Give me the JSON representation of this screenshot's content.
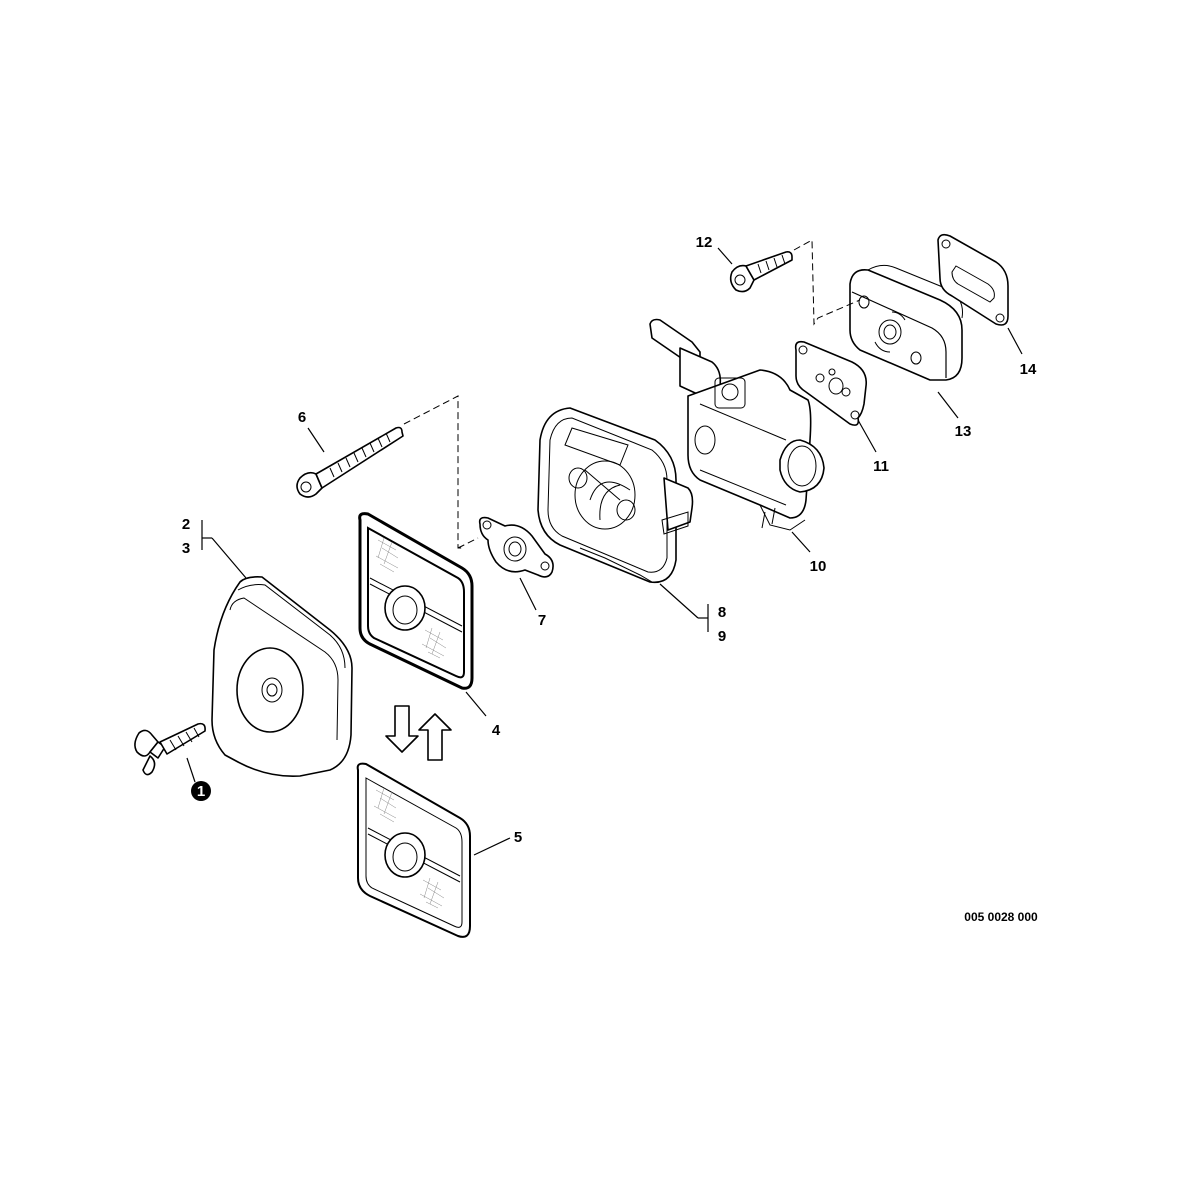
{
  "callouts": {
    "c1": "1",
    "c2": "2",
    "c3": "3",
    "c4": "4",
    "c5": "5",
    "c6": "6",
    "c7": "7",
    "c8": "8",
    "c9": "9",
    "c10": "10",
    "c11": "11",
    "c12": "12",
    "c13": "13",
    "c14": "14"
  },
  "diagram_code": "005 0028 000"
}
